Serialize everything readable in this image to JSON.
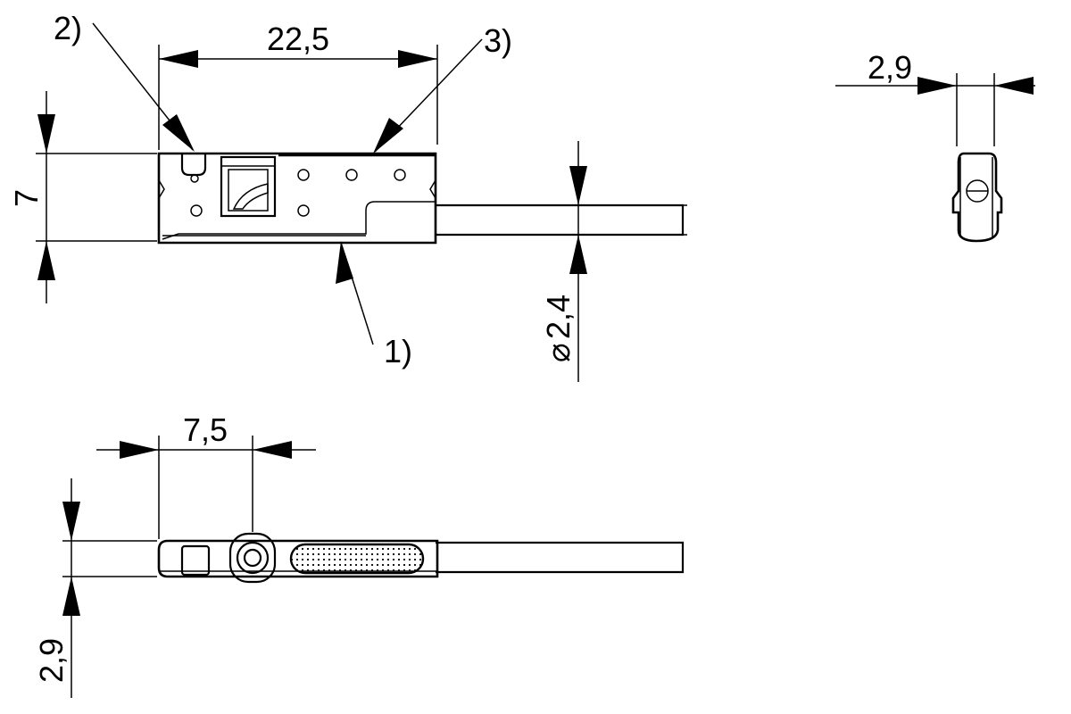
{
  "dimensions": {
    "length": "22,5",
    "height": "7",
    "cable_diameter_symbol": "⌀",
    "cable_diameter_value": "2,4",
    "width_side": "2,9",
    "offset_bottom": "7,5",
    "thickness_bottom": "2,9"
  },
  "callouts": {
    "c1": "1)",
    "c2": "2)",
    "c3": "3)"
  }
}
